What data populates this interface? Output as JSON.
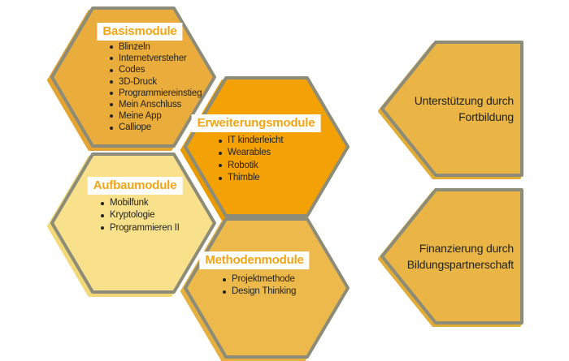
{
  "palette": {
    "background": "#FFFFFF",
    "outline": "#8C8C79",
    "title_color": "#F2A513",
    "title_chip_bg": "#FFFFFF",
    "text_color": "#23231D"
  },
  "modules": [
    {
      "title": "Basismodule",
      "fill": "#EAAC3B",
      "items": [
        "Blinzeln",
        "Internetversteher",
        "Codes",
        "3D-Druck",
        "Programmiereinstieg",
        "Mein Anschluss",
        "Meine App",
        "Calliope"
      ]
    },
    {
      "title": "Erweiterungsmodule",
      "fill": "#F3A104",
      "items": [
        "IT kinderleicht",
        "Wearables",
        "Robotik",
        "Thimble"
      ]
    },
    {
      "title": "Aufbaumodule",
      "fill": "#F9E18C",
      "items": [
        "Mobilfunk",
        "Kryptologie",
        "Programmieren II"
      ]
    },
    {
      "title": "Methodenmodule",
      "fill": "#ECB94A",
      "items": [
        "Projektmethode",
        "Design Thinking"
      ]
    }
  ],
  "side_notes": [
    {
      "fill": "#EAB545",
      "line1": "Unterstützung durch",
      "line2": "Fortbildung"
    },
    {
      "fill": "#EAB545",
      "line1": "Finanzierung durch",
      "line2": "Bildungspartnerschaft"
    }
  ]
}
